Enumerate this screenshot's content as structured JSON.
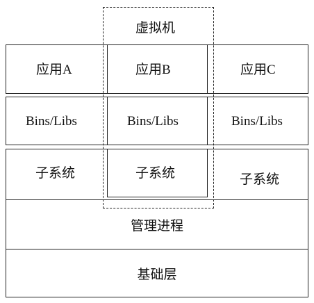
{
  "vm_label": "虚拟机",
  "apps": [
    "应用A",
    "应用B",
    "应用C"
  ],
  "libs": [
    "Bins/Libs",
    "Bins/Libs",
    "Bins/Libs"
  ],
  "subsystems": [
    "子系统",
    "子系统",
    "子系统"
  ],
  "manager": "管理进程",
  "base": "基础层"
}
